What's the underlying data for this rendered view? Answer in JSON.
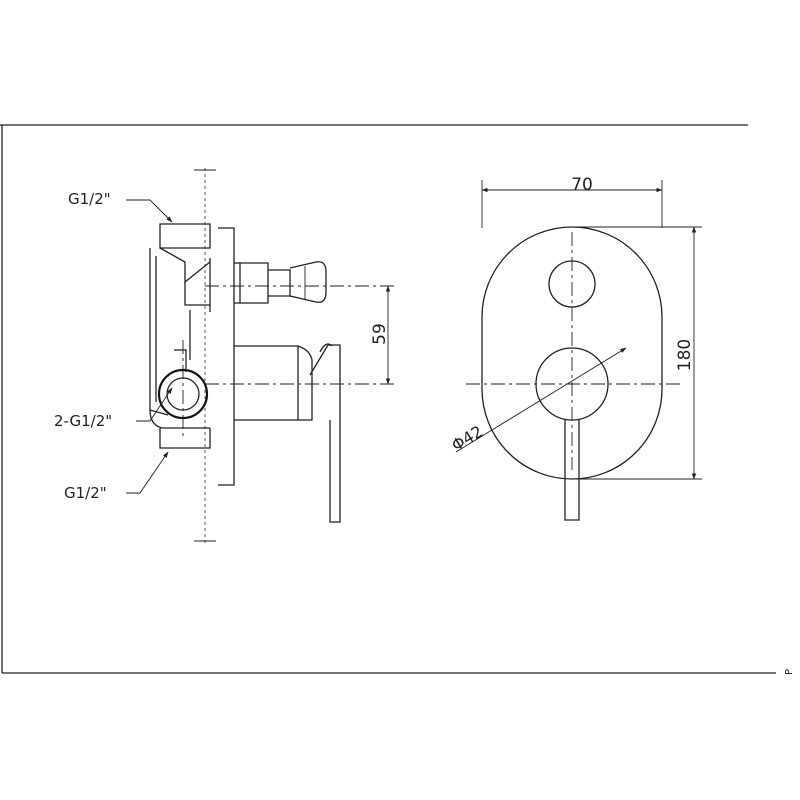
{
  "labels": {
    "g_top": "G1/2\"",
    "g_mid": "2-G1/2\"",
    "g_bottom": "G1/2\"",
    "dim_width": "70",
    "dim_height": "180",
    "dim_offset": "59",
    "dim_diameter": "Φ42",
    "corner_mark": "P"
  }
}
